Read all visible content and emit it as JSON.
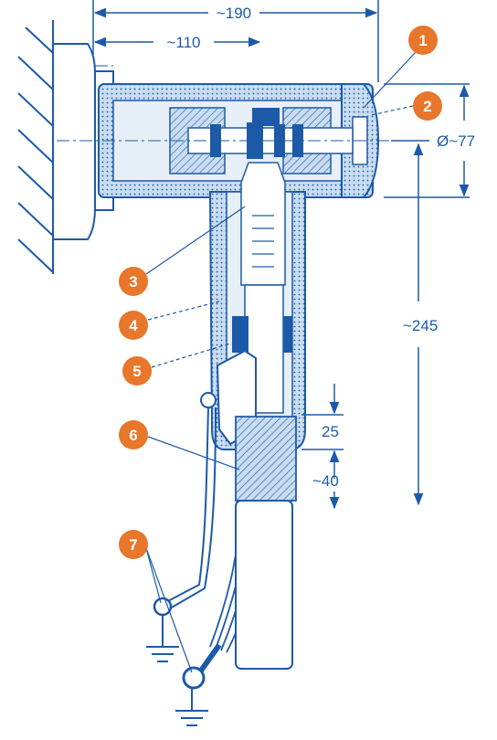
{
  "colors": {
    "line": "#1c5aa8",
    "fill_light": "#c9dcf0",
    "fill_hatch": "#8fb4df",
    "callout": "#e8762b",
    "background": "#ffffff"
  },
  "dimensions": {
    "overall_length": "~190",
    "to_axis": "~110",
    "diameter": "Ø~77",
    "overall_height": "~245",
    "dim_25": "25",
    "dim_40": "~40"
  },
  "callouts": [
    "1",
    "2",
    "3",
    "4",
    "5",
    "6",
    "7"
  ]
}
